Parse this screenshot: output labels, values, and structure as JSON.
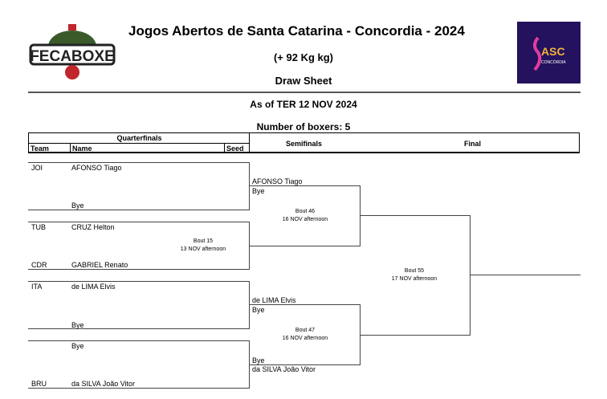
{
  "header": {
    "title": "Jogos Abertos de Santa Catarina - Concordia - 2024",
    "weight": "(+ 92 Kg kg)",
    "sheet": "Draw Sheet",
    "as_of": "As of TER 12 NOV 2024",
    "boxers": "Number of boxers: 5",
    "logo_left": "FECABOXE",
    "logo_right": "JASC CONCÓRDIA"
  },
  "columns": {
    "qf": "Quarterfinals",
    "team": "Team",
    "name": "Name",
    "seed": "Seed",
    "sf": "Semifinals",
    "final": "Final"
  },
  "qf": [
    {
      "top_team": "JOI",
      "top_name": "AFONSO Tiago",
      "bot_team": "",
      "bot_name": "Bye"
    },
    {
      "top_team": "TUB",
      "top_name": "CRUZ Helton",
      "bot_team": "CDR",
      "bot_name": "GABRIEL Renato",
      "bout": "Bout 15",
      "when": "13 NOV afternoon"
    },
    {
      "top_team": "ITA",
      "top_name": "de LIMA Elvis",
      "bot_team": "",
      "bot_name": "Bye"
    },
    {
      "top_team": "",
      "top_name": "Bye",
      "bot_team": "BRU",
      "bot_name": "da SILVA João Vitor"
    }
  ],
  "sf": [
    {
      "top_above": "AFONSO Tiago",
      "top_below": "Bye",
      "bout": "Bout 46",
      "when": "16 NOV afternoon"
    },
    {
      "top_above": "de LIMA Elvis",
      "top_below": "Bye",
      "bot_above": "Bye",
      "bot_below": "da SILVA João Vitor",
      "bout": "Bout 47",
      "when": "16 NOV afternoon"
    }
  ],
  "final": {
    "bout": "Bout 55",
    "when": "17 NOV afternoon"
  }
}
